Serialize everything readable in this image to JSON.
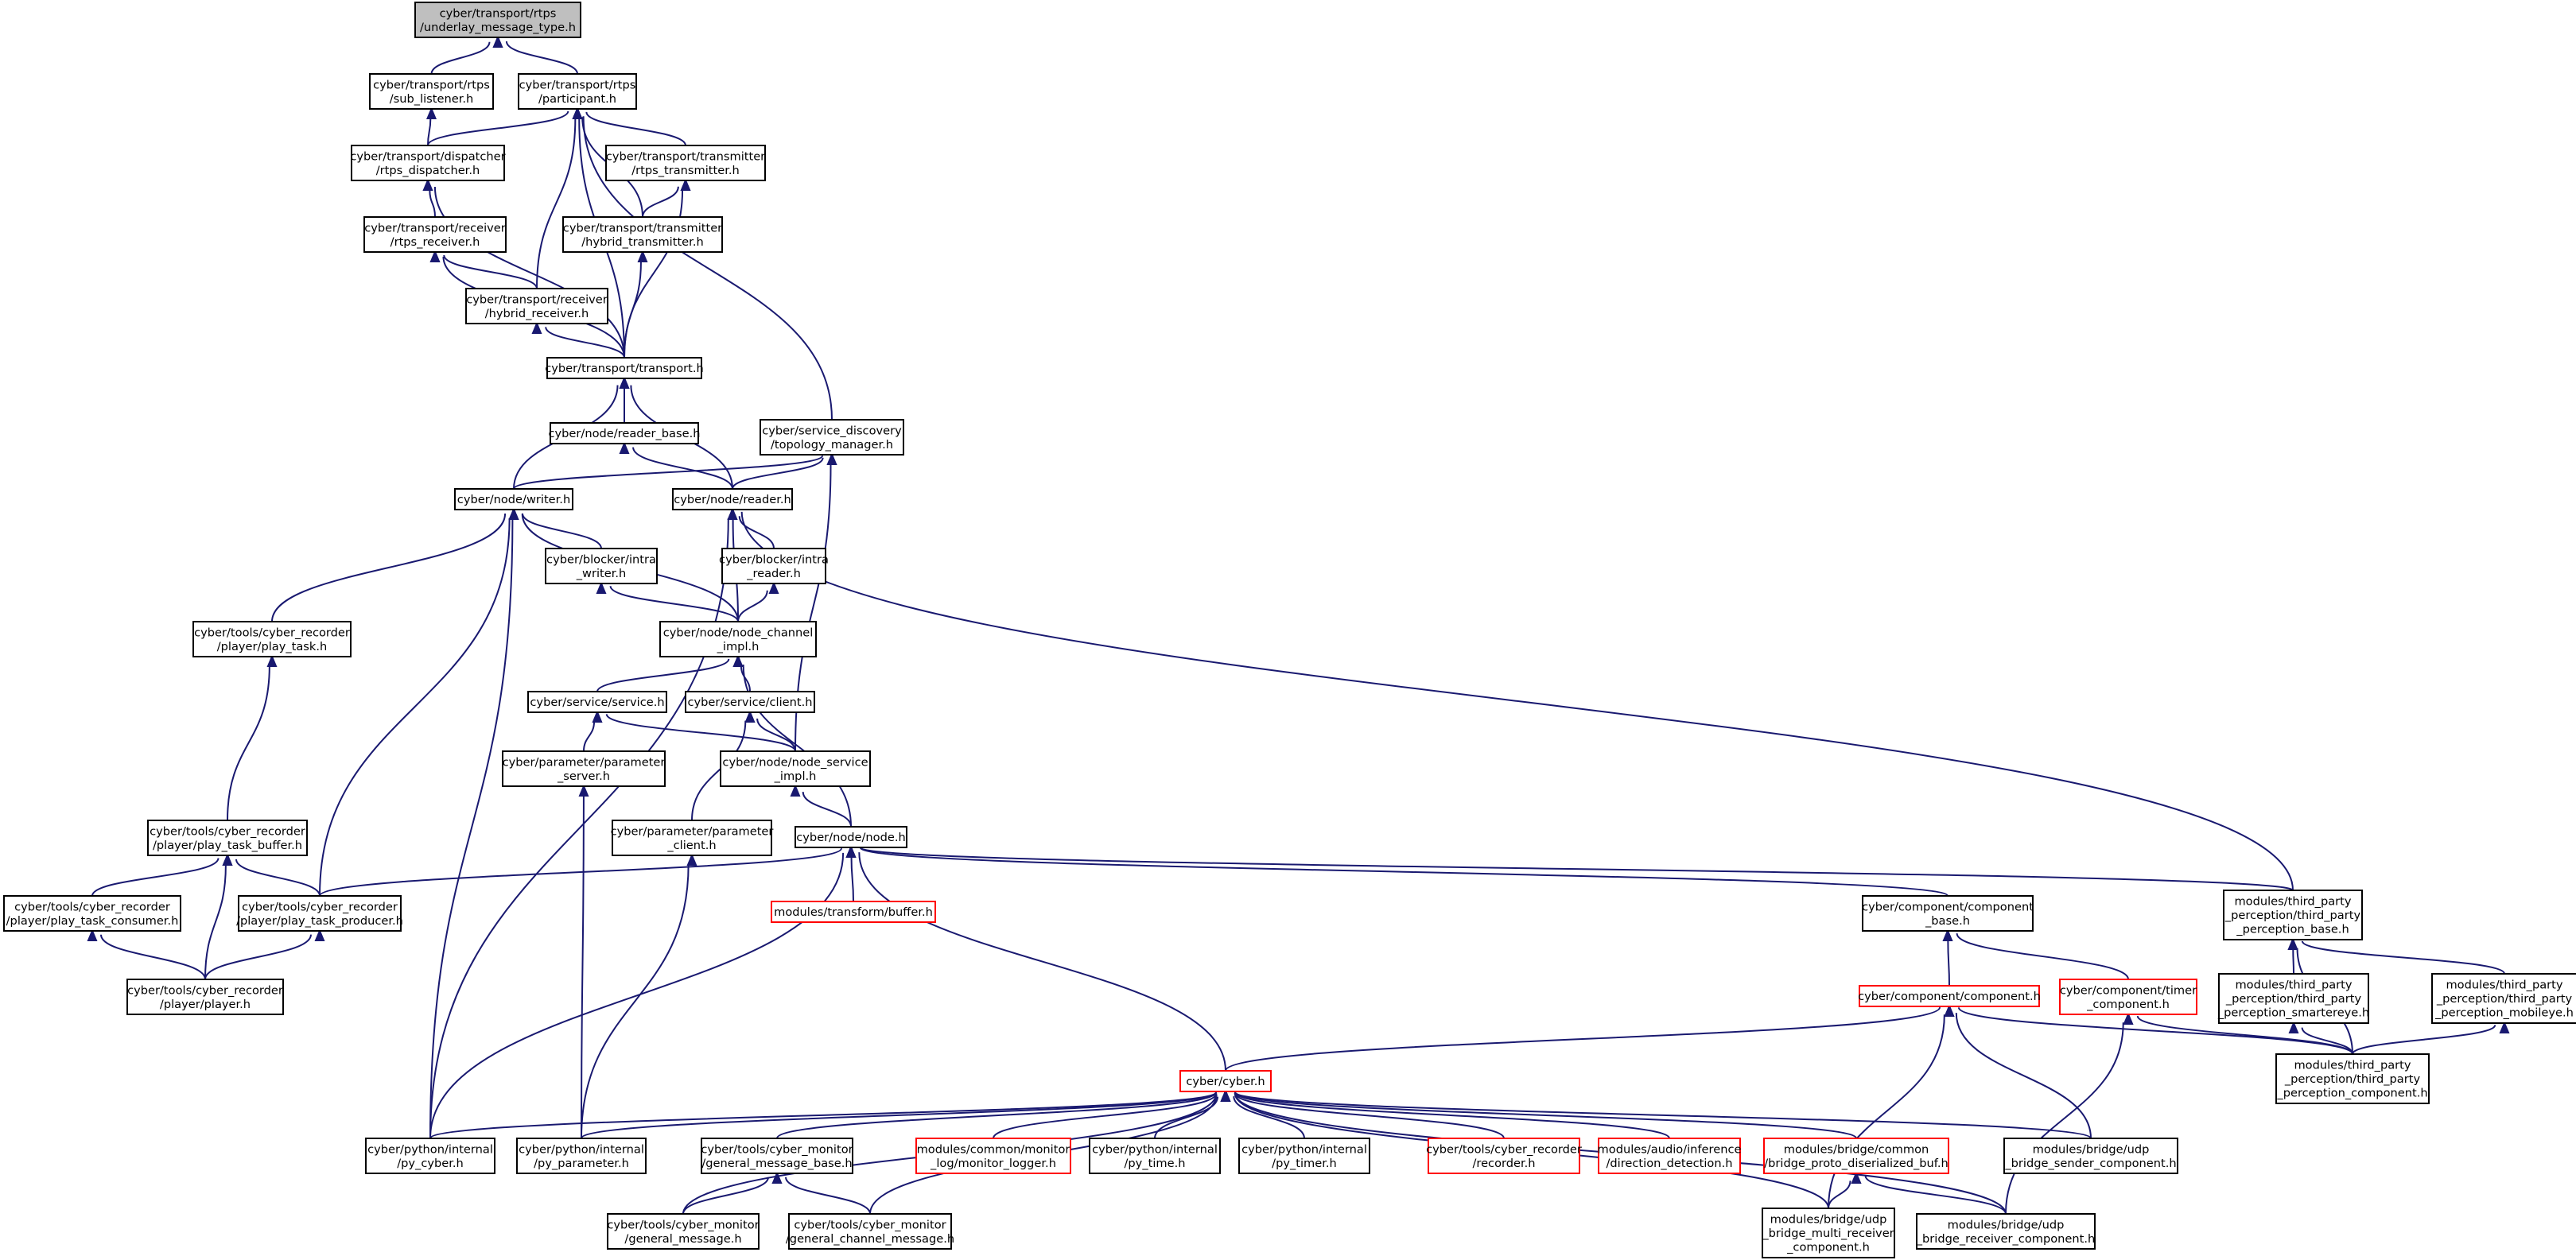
{
  "diagram": {
    "colors": {
      "normal_border": "#000000",
      "truncated_border": "#ff0000",
      "root_fill": "#bfbfbf",
      "node_fill": "#ffffff",
      "edge": "#191970"
    },
    "nodes": [
      {
        "id": "underlay_message_type",
        "lines": [
          "cyber/transport/rtps",
          "/underlay_message_type.h"
        ],
        "root": true
      },
      {
        "id": "sub_listener",
        "lines": [
          "cyber/transport/rtps",
          "/sub_listener.h"
        ]
      },
      {
        "id": "participant",
        "lines": [
          "cyber/transport/rtps",
          "/participant.h"
        ]
      },
      {
        "id": "rtps_dispatcher",
        "lines": [
          "cyber/transport/dispatcher",
          "/rtps_dispatcher.h"
        ]
      },
      {
        "id": "rtps_transmitter",
        "lines": [
          "cyber/transport/transmitter",
          "/rtps_transmitter.h"
        ]
      },
      {
        "id": "rtps_receiver",
        "lines": [
          "cyber/transport/receiver",
          "/rtps_receiver.h"
        ]
      },
      {
        "id": "hybrid_transmitter",
        "lines": [
          "cyber/transport/transmitter",
          "/hybrid_transmitter.h"
        ]
      },
      {
        "id": "hybrid_receiver",
        "lines": [
          "cyber/transport/receiver",
          "/hybrid_receiver.h"
        ]
      },
      {
        "id": "transport",
        "lines": [
          "cyber/transport/transport.h"
        ]
      },
      {
        "id": "reader_base",
        "lines": [
          "cyber/node/reader_base.h"
        ]
      },
      {
        "id": "topology_manager",
        "lines": [
          "cyber/service_discovery",
          "/topology_manager.h"
        ]
      },
      {
        "id": "writer",
        "lines": [
          "cyber/node/writer.h"
        ]
      },
      {
        "id": "reader",
        "lines": [
          "cyber/node/reader.h"
        ]
      },
      {
        "id": "intra_writer",
        "lines": [
          "cyber/blocker/intra",
          "_writer.h"
        ]
      },
      {
        "id": "intra_reader",
        "lines": [
          "cyber/blocker/intra",
          "_reader.h"
        ]
      },
      {
        "id": "play_task",
        "lines": [
          "cyber/tools/cyber_recorder",
          "/player/play_task.h"
        ]
      },
      {
        "id": "node_channel_impl",
        "lines": [
          "cyber/node/node_channel",
          "_impl.h"
        ]
      },
      {
        "id": "service",
        "lines": [
          "cyber/service/service.h"
        ]
      },
      {
        "id": "client",
        "lines": [
          "cyber/service/client.h"
        ]
      },
      {
        "id": "parameter_server",
        "lines": [
          "cyber/parameter/parameter",
          "_server.h"
        ]
      },
      {
        "id": "node_service_impl",
        "lines": [
          "cyber/node/node_service",
          "_impl.h"
        ]
      },
      {
        "id": "parameter_client",
        "lines": [
          "cyber/parameter/parameter",
          "_client.h"
        ]
      },
      {
        "id": "node",
        "lines": [
          "cyber/node/node.h"
        ]
      },
      {
        "id": "play_task_buffer",
        "lines": [
          "cyber/tools/cyber_recorder",
          "/player/play_task_buffer.h"
        ]
      },
      {
        "id": "play_task_consumer",
        "lines": [
          "cyber/tools/cyber_recorder",
          "/player/play_task_consumer.h"
        ]
      },
      {
        "id": "play_task_producer",
        "lines": [
          "cyber/tools/cyber_recorder",
          "/player/play_task_producer.h"
        ]
      },
      {
        "id": "transform_buffer",
        "lines": [
          "modules/transform/buffer.h"
        ],
        "truncated": true
      },
      {
        "id": "component_base",
        "lines": [
          "cyber/component/component",
          "_base.h"
        ]
      },
      {
        "id": "third_party_perception_base",
        "lines": [
          "modules/third_party",
          "_perception/third_party",
          "_perception_base.h"
        ]
      },
      {
        "id": "player",
        "lines": [
          "cyber/tools/cyber_recorder",
          "/player/player.h"
        ]
      },
      {
        "id": "component",
        "lines": [
          "cyber/component/component.h"
        ],
        "truncated": true
      },
      {
        "id": "timer_component",
        "lines": [
          "cyber/component/timer",
          "_component.h"
        ],
        "truncated": true
      },
      {
        "id": "smartereye",
        "lines": [
          "modules/third_party",
          "_perception/third_party",
          "_perception_smartereye.h"
        ]
      },
      {
        "id": "mobileye",
        "lines": [
          "modules/third_party",
          "_perception/third_party",
          "_perception_mobileye.h"
        ]
      },
      {
        "id": "cyber",
        "lines": [
          "cyber/cyber.h"
        ],
        "truncated": true
      },
      {
        "id": "tpp_component",
        "lines": [
          "modules/third_party",
          "_perception/third_party",
          "_perception_component.h"
        ]
      },
      {
        "id": "py_cyber",
        "lines": [
          "cyber/python/internal",
          "/py_cyber.h"
        ]
      },
      {
        "id": "py_parameter",
        "lines": [
          "cyber/python/internal",
          "/py_parameter.h"
        ]
      },
      {
        "id": "general_message_base",
        "lines": [
          "cyber/tools/cyber_monitor",
          "/general_message_base.h"
        ]
      },
      {
        "id": "monitor_logger",
        "lines": [
          "modules/common/monitor",
          "_log/monitor_logger.h"
        ],
        "truncated": true
      },
      {
        "id": "py_time",
        "lines": [
          "cyber/python/internal",
          "/py_time.h"
        ]
      },
      {
        "id": "py_timer",
        "lines": [
          "cyber/python/internal",
          "/py_timer.h"
        ]
      },
      {
        "id": "recorder",
        "lines": [
          "cyber/tools/cyber_recorder",
          "/recorder.h"
        ],
        "truncated": true
      },
      {
        "id": "direction_detection",
        "lines": [
          "modules/audio/inference",
          "/direction_detection.h"
        ],
        "truncated": true
      },
      {
        "id": "bridge_proto",
        "lines": [
          "modules/bridge/common",
          "/bridge_proto_diserialized_buf.h"
        ],
        "truncated": true
      },
      {
        "id": "udp_sender",
        "lines": [
          "modules/bridge/udp",
          "_bridge_sender_component.h"
        ]
      },
      {
        "id": "general_message",
        "lines": [
          "cyber/tools/cyber_monitor",
          "/general_message.h"
        ]
      },
      {
        "id": "general_channel_message",
        "lines": [
          "cyber/tools/cyber_monitor",
          "/general_channel_message.h"
        ]
      },
      {
        "id": "udp_multi_receiver",
        "lines": [
          "modules/bridge/udp",
          "_bridge_multi_receiver",
          "_component.h"
        ]
      },
      {
        "id": "udp_receiver",
        "lines": [
          "modules/bridge/udp",
          "_bridge_receiver_component.h"
        ]
      }
    ],
    "edges": [
      {
        "from": "sub_listener",
        "to": "underlay_message_type"
      },
      {
        "from": "participant",
        "to": "underlay_message_type"
      },
      {
        "from": "rtps_dispatcher",
        "to": "sub_listener"
      },
      {
        "from": "rtps_dispatcher",
        "to": "participant"
      },
      {
        "from": "rtps_transmitter",
        "to": "participant"
      },
      {
        "from": "hybrid_transmitter",
        "to": "participant"
      },
      {
        "from": "hybrid_receiver",
        "to": "participant"
      },
      {
        "from": "transport",
        "to": "participant"
      },
      {
        "from": "topology_manager",
        "to": "participant"
      },
      {
        "from": "rtps_receiver",
        "to": "rtps_dispatcher"
      },
      {
        "from": "transport",
        "to": "rtps_dispatcher"
      },
      {
        "from": "hybrid_transmitter",
        "to": "rtps_transmitter"
      },
      {
        "from": "transport",
        "to": "rtps_transmitter"
      },
      {
        "from": "hybrid_receiver",
        "to": "rtps_receiver"
      },
      {
        "from": "transport",
        "to": "rtps_receiver"
      },
      {
        "from": "transport",
        "to": "hybrid_transmitter"
      },
      {
        "from": "transport",
        "to": "hybrid_receiver"
      },
      {
        "from": "reader_base",
        "to": "transport"
      },
      {
        "from": "writer",
        "to": "transport"
      },
      {
        "from": "reader",
        "to": "transport"
      },
      {
        "from": "reader",
        "to": "reader_base"
      },
      {
        "from": "writer",
        "to": "topology_manager"
      },
      {
        "from": "reader",
        "to": "topology_manager"
      },
      {
        "from": "node_service_impl",
        "to": "topology_manager"
      },
      {
        "from": "intra_writer",
        "to": "writer"
      },
      {
        "from": "play_task",
        "to": "writer"
      },
      {
        "from": "node_channel_impl",
        "to": "writer"
      },
      {
        "from": "play_task_producer",
        "to": "writer"
      },
      {
        "from": "py_cyber",
        "to": "writer"
      },
      {
        "from": "intra_reader",
        "to": "reader"
      },
      {
        "from": "node_channel_impl",
        "to": "reader"
      },
      {
        "from": "py_cyber",
        "to": "reader"
      },
      {
        "from": "third_party_perception_base",
        "to": "reader"
      },
      {
        "from": "node_channel_impl",
        "to": "intra_writer"
      },
      {
        "from": "node_channel_impl",
        "to": "intra_reader"
      },
      {
        "from": "play_task_buffer",
        "to": "play_task"
      },
      {
        "from": "service",
        "to": "node_channel_impl"
      },
      {
        "from": "client",
        "to": "node_channel_impl"
      },
      {
        "from": "node",
        "to": "node_channel_impl"
      },
      {
        "from": "parameter_server",
        "to": "service"
      },
      {
        "from": "node_service_impl",
        "to": "service"
      },
      {
        "from": "node_service_impl",
        "to": "client"
      },
      {
        "from": "parameter_client",
        "to": "client"
      },
      {
        "from": "py_parameter",
        "to": "parameter_server"
      },
      {
        "from": "node",
        "to": "node_service_impl"
      },
      {
        "from": "py_parameter",
        "to": "parameter_client"
      },
      {
        "from": "play_task_producer",
        "to": "node"
      },
      {
        "from": "transform_buffer",
        "to": "node"
      },
      {
        "from": "component_base",
        "to": "node"
      },
      {
        "from": "third_party_perception_base",
        "to": "node"
      },
      {
        "from": "py_cyber",
        "to": "node"
      },
      {
        "from": "cyber",
        "to": "node"
      },
      {
        "from": "play_task_consumer",
        "to": "play_task_buffer"
      },
      {
        "from": "play_task_producer",
        "to": "play_task_buffer"
      },
      {
        "from": "player",
        "to": "play_task_buffer"
      },
      {
        "from": "player",
        "to": "play_task_consumer"
      },
      {
        "from": "player",
        "to": "play_task_producer"
      },
      {
        "from": "component",
        "to": "component_base"
      },
      {
        "from": "timer_component",
        "to": "component_base"
      },
      {
        "from": "smartereye",
        "to": "third_party_perception_base"
      },
      {
        "from": "mobileye",
        "to": "third_party_perception_base"
      },
      {
        "from": "tpp_component",
        "to": "third_party_perception_base"
      },
      {
        "from": "cyber",
        "to": "component"
      },
      {
        "from": "tpp_component",
        "to": "component"
      },
      {
        "from": "udp_sender",
        "to": "component"
      },
      {
        "from": "udp_multi_receiver",
        "to": "component"
      },
      {
        "from": "udp_receiver",
        "to": "timer_component"
      },
      {
        "from": "tpp_component",
        "to": "timer_component"
      },
      {
        "from": "tpp_component",
        "to": "smartereye"
      },
      {
        "from": "tpp_component",
        "to": "mobileye"
      },
      {
        "from": "py_cyber",
        "to": "cyber"
      },
      {
        "from": "py_parameter",
        "to": "cyber"
      },
      {
        "from": "general_message_base",
        "to": "cyber"
      },
      {
        "from": "monitor_logger",
        "to": "cyber"
      },
      {
        "from": "py_time",
        "to": "cyber"
      },
      {
        "from": "py_timer",
        "to": "cyber"
      },
      {
        "from": "recorder",
        "to": "cyber"
      },
      {
        "from": "direction_detection",
        "to": "cyber"
      },
      {
        "from": "bridge_proto",
        "to": "cyber"
      },
      {
        "from": "udp_sender",
        "to": "cyber"
      },
      {
        "from": "general_message",
        "to": "cyber"
      },
      {
        "from": "general_channel_message",
        "to": "cyber"
      },
      {
        "from": "udp_multi_receiver",
        "to": "cyber"
      },
      {
        "from": "udp_receiver",
        "to": "cyber"
      },
      {
        "from": "general_message",
        "to": "general_message_base"
      },
      {
        "from": "general_channel_message",
        "to": "general_message_base"
      },
      {
        "from": "udp_multi_receiver",
        "to": "bridge_proto"
      },
      {
        "from": "udp_receiver",
        "to": "bridge_proto"
      }
    ]
  }
}
